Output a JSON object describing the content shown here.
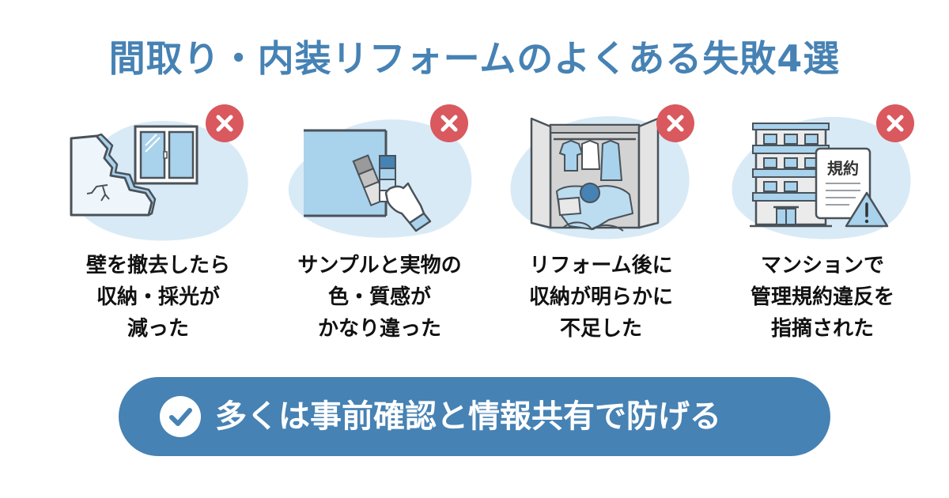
{
  "title": "間取り・内装リフォームのよくある失敗4選",
  "colors": {
    "accent": "#4682b4",
    "blob": "#d8eaf6",
    "illustration_fill": "#a9d2ec",
    "outline": "#4a5259",
    "error_badge": "#d9595e",
    "caption_text": "#111111",
    "background": "#ffffff"
  },
  "cards": [
    {
      "icon": "broken-wall-and-window-icon",
      "badge_icon": "x-mark-icon",
      "lines": [
        "壁を撤去したら",
        "収納・採光が",
        "減った"
      ]
    },
    {
      "icon": "color-swatch-sample-icon",
      "badge_icon": "x-mark-icon",
      "lines": [
        "サンプルと実物の",
        "色・質感が",
        "かなり違った"
      ]
    },
    {
      "icon": "overflowing-closet-icon",
      "badge_icon": "x-mark-icon",
      "lines": [
        "リフォーム後に",
        "収納が明らかに",
        "不足した"
      ]
    },
    {
      "icon": "apartment-rules-warning-icon",
      "badge_icon": "x-mark-icon",
      "document_label": "規約",
      "lines": [
        "マンションで",
        "管理規約違反を",
        "指摘された"
      ]
    }
  ],
  "banner": {
    "icon": "checkmark-circle-icon",
    "text": "多くは事前確認と情報共有で防げる"
  }
}
